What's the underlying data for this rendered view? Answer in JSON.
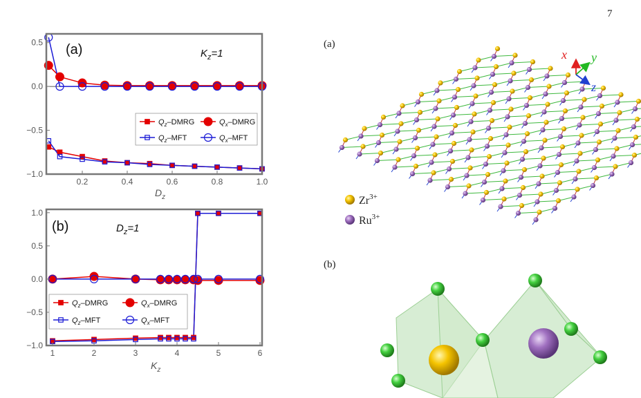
{
  "page": {
    "number": "7"
  },
  "colors": {
    "dmrg": "#e30000",
    "mft": "#1b1bd6",
    "zr": "#f5c400",
    "ru": "#a070c0",
    "ligand": "#44d040",
    "bond_red": "#c23a3a",
    "bond_green": "#3db83d",
    "axis_x": "#e02020",
    "axis_y": "#22b822",
    "axis_z": "#2040d0"
  },
  "chart_data": [
    {
      "panel": "(a)",
      "type": "line",
      "annotation": "K_z=1",
      "xlabel": "D_z",
      "ylabel": "",
      "xlim": [
        0.04,
        1.0
      ],
      "ylim": [
        -1.0,
        0.6
      ],
      "xticks": [
        "0.2",
        "0.4",
        "0.6",
        "0.8",
        "1.0"
      ],
      "yticks": [
        "0.5",
        "0.0",
        "−0.5",
        "−1.0"
      ],
      "legend_position": "lower-right",
      "series": [
        {
          "name": "Qz-DMRG",
          "color": "dmrg",
          "marker": "square-filled",
          "x": [
            0.05,
            0.1,
            0.2,
            0.3,
            0.4,
            0.5,
            0.6,
            0.7,
            0.8,
            0.9,
            1.0
          ],
          "y": [
            -0.69,
            -0.75,
            -0.8,
            -0.85,
            -0.87,
            -0.88,
            -0.9,
            -0.91,
            -0.92,
            -0.93,
            -0.94
          ]
        },
        {
          "name": "Qx-DMRG",
          "color": "dmrg",
          "marker": "circle-filled",
          "x": [
            0.05,
            0.1,
            0.2,
            0.3,
            0.4,
            0.5,
            0.6,
            0.7,
            0.8,
            0.9,
            1.0
          ],
          "y": [
            0.24,
            0.11,
            0.04,
            0.015,
            0.01,
            0.01,
            0.01,
            0.01,
            0.01,
            0.01,
            0.01
          ]
        },
        {
          "name": "Qz-MFT",
          "color": "mft",
          "marker": "square-open",
          "x": [
            0.05,
            0.1,
            0.2,
            0.3,
            0.4,
            0.5,
            0.6,
            0.7,
            0.8,
            0.9,
            1.0
          ],
          "y": [
            -0.62,
            -0.8,
            -0.83,
            -0.86,
            -0.87,
            -0.89,
            -0.9,
            -0.91,
            -0.92,
            -0.93,
            -0.94
          ]
        },
        {
          "name": "Qx-MFT",
          "color": "mft",
          "marker": "circle-open",
          "x": [
            0.05,
            0.1,
            0.2,
            0.3,
            0.4,
            0.5,
            0.6,
            0.7,
            0.8,
            0.9,
            1.0
          ],
          "y": [
            0.56,
            0.0,
            0.0,
            0.0,
            0.0,
            0.0,
            0.0,
            0.0,
            0.0,
            0.0,
            0.0
          ]
        }
      ]
    },
    {
      "panel": "(b)",
      "type": "line",
      "annotation": "D_z=1",
      "xlabel": "K_z",
      "ylabel": "",
      "xlim": [
        0.85,
        6.05
      ],
      "ylim": [
        -1.0,
        1.05
      ],
      "xticks": [
        "1",
        "2",
        "3",
        "4",
        "5",
        "6"
      ],
      "yticks": [
        "1.0",
        "0.5",
        "0.0",
        "−0.5",
        "−1.0"
      ],
      "legend_position": "lower-left",
      "series": [
        {
          "name": "Qz-DMRG",
          "color": "dmrg",
          "marker": "square-filled",
          "x": [
            1,
            2,
            3,
            3.6,
            3.8,
            4.0,
            4.2,
            4.4,
            4.5,
            5,
            6
          ],
          "y": [
            -0.93,
            -0.91,
            -0.89,
            -0.88,
            -0.88,
            -0.88,
            -0.88,
            -0.88,
            0.99,
            0.99,
            0.99
          ]
        },
        {
          "name": "Qx-DMRG",
          "color": "dmrg",
          "marker": "circle-filled",
          "x": [
            1,
            2,
            3,
            3.6,
            3.8,
            4.0,
            4.2,
            4.4,
            4.5,
            5,
            6
          ],
          "y": [
            0.0,
            0.04,
            0.0,
            -0.01,
            -0.01,
            -0.01,
            -0.01,
            -0.01,
            -0.02,
            -0.02,
            -0.02
          ]
        },
        {
          "name": "Qz-MFT",
          "color": "mft",
          "marker": "square-open",
          "x": [
            1,
            2,
            3,
            3.6,
            3.8,
            4.0,
            4.2,
            4.4,
            4.5,
            5,
            6
          ],
          "y": [
            -0.94,
            -0.93,
            -0.91,
            -0.9,
            -0.9,
            -0.9,
            -0.9,
            -0.9,
            0.99,
            0.99,
            0.99
          ]
        },
        {
          "name": "Qx-MFT",
          "color": "mft",
          "marker": "circle-open",
          "x": [
            1,
            2,
            3,
            3.6,
            3.8,
            4.0,
            4.2,
            4.4,
            4.5,
            5,
            6
          ],
          "y": [
            0.0,
            0.0,
            0.0,
            0.0,
            0.0,
            0.0,
            0.0,
            0.0,
            0.0,
            0.0,
            0.0
          ]
        }
      ]
    }
  ],
  "structure": {
    "panel_a_label": "(a)",
    "panel_b_label": "(b)",
    "axes_labels": {
      "x": "x",
      "y": "y",
      "z": "z"
    },
    "legend": [
      {
        "ion": "Zr",
        "charge": "3+",
        "color": "zr"
      },
      {
        "ion": "Ru",
        "charge": "3+",
        "color": "ru"
      }
    ]
  }
}
